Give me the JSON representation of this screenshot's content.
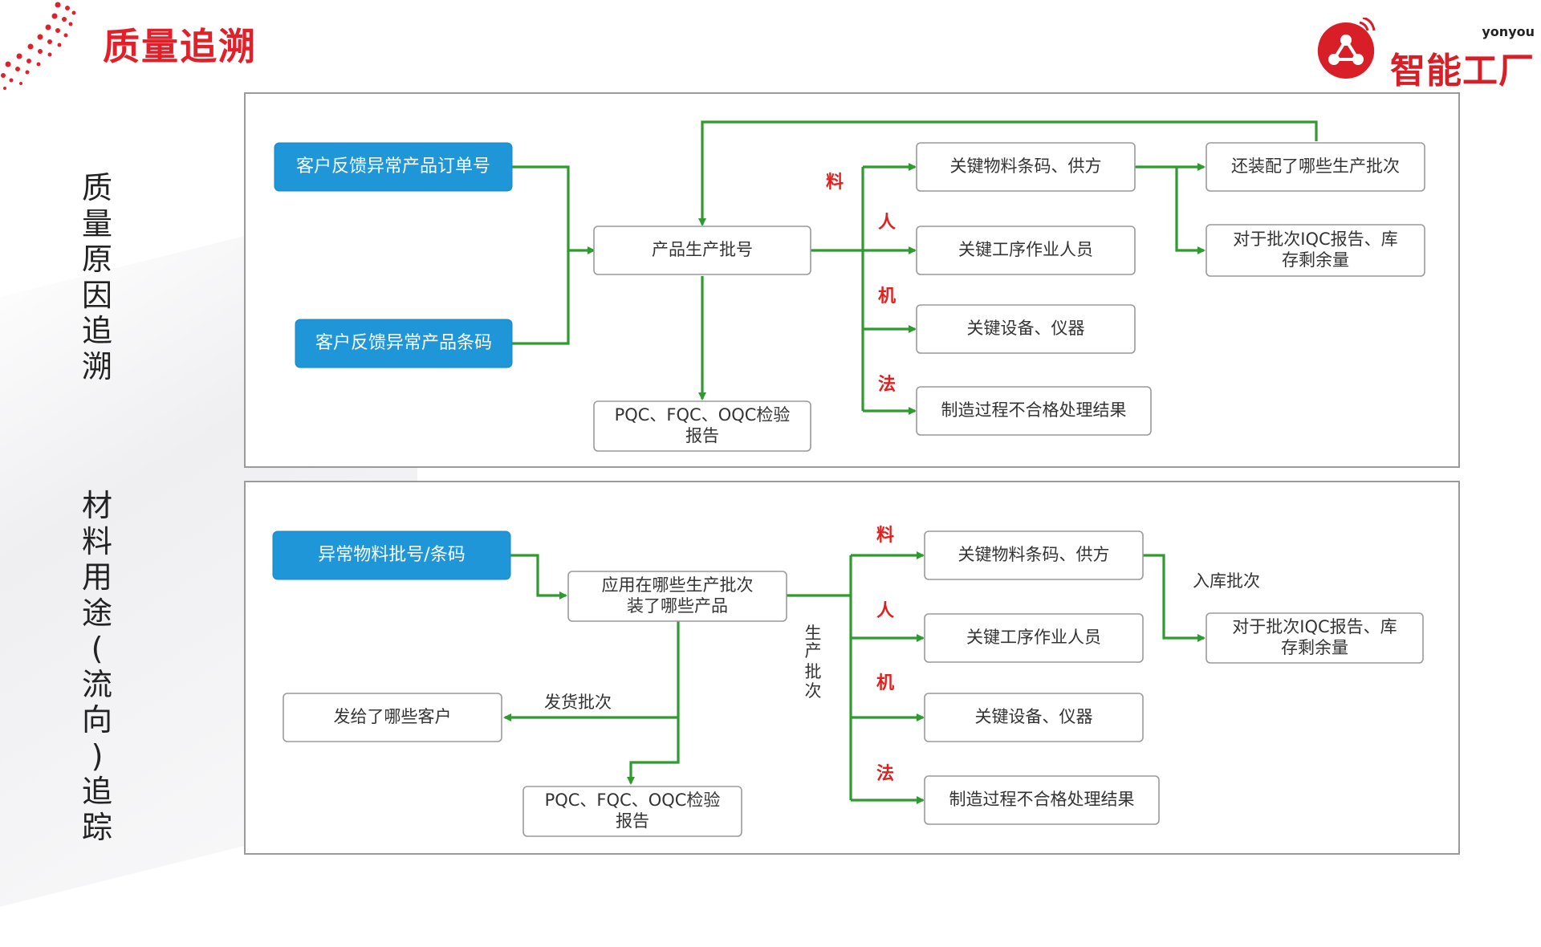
{
  "header": {
    "title": "质量追溯",
    "brand_latin": "yonyou",
    "brand_name": "智能工厂"
  },
  "colors": {
    "title_red": "#e2202a",
    "accent_green": "#2f9a2f",
    "node_blue": "#1e96d8"
  },
  "sections": {
    "cause": {
      "side_label": [
        "质",
        "量",
        "原",
        "因",
        "追",
        "溯"
      ],
      "nodes": {
        "order_no": "客户反馈异常产品订单号",
        "barcode": "客户反馈异常产品条码",
        "batch": "产品生产批号",
        "reports": [
          "PQC、FQC、OQC检验",
          "报告"
        ],
        "material": "关键物料条码、供方",
        "staff": "关键工序作业人员",
        "equipment": "关键设备、仪器",
        "process": "制造过程不合格处理结果",
        "assembled": "还装配了哪些生产批次",
        "iqc": [
          "对于批次IQC报告、库",
          "存剩余量"
        ]
      },
      "factor_labels": [
        "料",
        "人",
        "机",
        "法"
      ]
    },
    "usage": {
      "side_label": [
        "材",
        "料",
        "用",
        "途",
        "(",
        "流",
        "向",
        ")",
        "追",
        "踪"
      ],
      "nodes": {
        "material_batch": "异常物料批号/条码",
        "applied": [
          "应用在哪些生产批次",
          "装了哪些产品"
        ],
        "customers": "发给了哪些客户",
        "reports": [
          "PQC、FQC、OQC检验",
          "报告"
        ],
        "material": "关键物料条码、供方",
        "staff": "关键工序作业人员",
        "equipment": "关键设备、仪器",
        "process": "制造过程不合格处理结果",
        "iqc": [
          "对于批次IQC报告、库",
          "存剩余量"
        ]
      },
      "factor_labels": [
        "料",
        "人",
        "机",
        "法"
      ],
      "notes": {
        "shipment": "发货批次",
        "warehouse": "入库批次",
        "production": [
          "生",
          "产",
          "批",
          "次"
        ]
      }
    }
  }
}
